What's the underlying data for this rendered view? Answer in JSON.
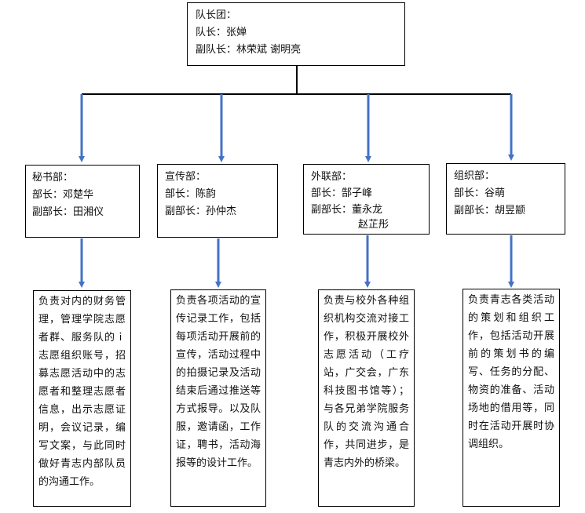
{
  "leadership": {
    "title": "队长团：",
    "captain": "队长：张婵",
    "vice_captains": "副队长：林荣斌 谢明亮"
  },
  "departments": [
    {
      "name": "秘书部：",
      "head": "部长：邓楚华",
      "deputy": "副部长：田湘仪",
      "deputy2": "",
      "duties": "负责对内的财务管理，管理学院志愿者群、服务队的ｉ志愿组织账号，招募志愿活动中的志愿者和整理志愿者信息，出示志愿证明，会议记录，编写文案，与此同时做好青志内部队员的沟通工作。"
    },
    {
      "name": "宣传部：",
      "head": "部长：陈韵",
      "deputy": "副部长：孙仲杰",
      "deputy2": "",
      "duties": "负责各项活动的宣传记录工作，包括每项活动开展前的宣传，活动过程中的拍摄记录及活动结束后通过推送等方式报导。以及队服，邀请函，工作证，聘书，活动海报等的设计工作。"
    },
    {
      "name": "外联部：",
      "head": "部长：郜子峰",
      "deputy": "副部长：董永龙",
      "deputy2": "赵芷彤",
      "duties": "负责与校外各种组织机构交流对接工作，积极开展校外志愿活动（工疗站，广交会，广东科技图书馆等）；与各兄弟学院服务队的交流沟通合作，共同进步，是青志内外的桥梁。"
    },
    {
      "name": "组织部：",
      "head": "部长：谷萌",
      "deputy": "副部长：胡昱颛",
      "deputy2": "",
      "duties": "负责青志各类活动的策划和组织工作，包括活动开展前的策划书的编写、任务的分配、物资的准备、活动场地的借用等，同时在活动开展时协调组织。"
    }
  ],
  "colors": {
    "connector_black": "#000000",
    "connector_blue": "#4472c4",
    "border": "#000000"
  }
}
